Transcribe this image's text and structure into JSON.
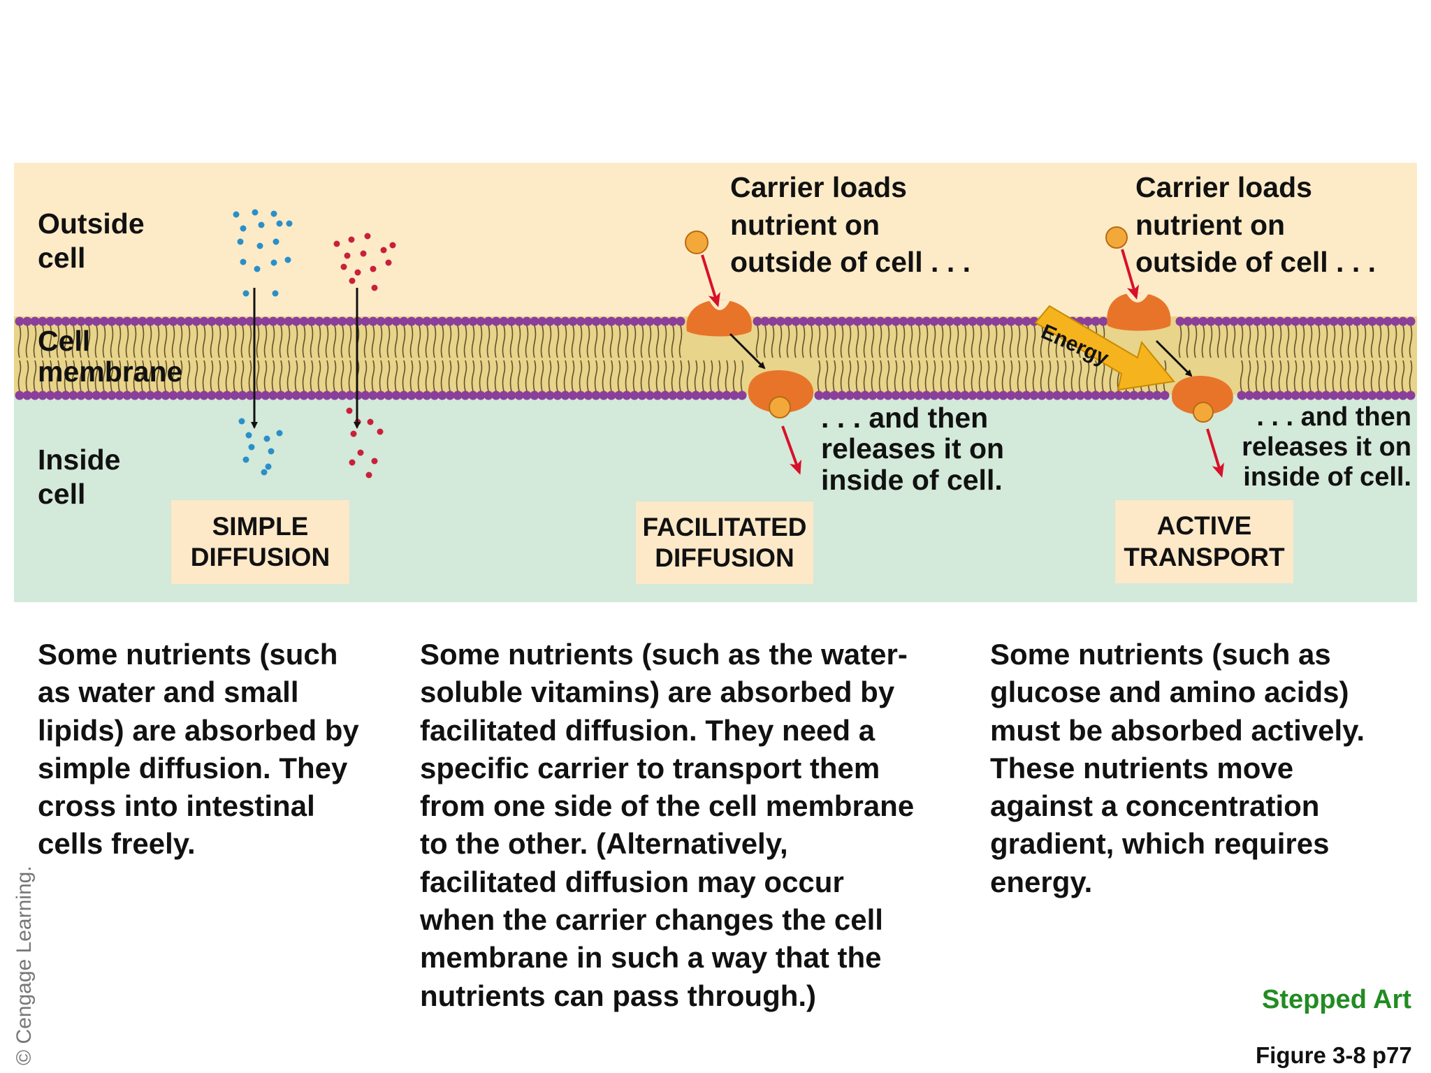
{
  "labels": {
    "outside_cell": "Outside\ncell",
    "cell_membrane": "Cell\nmembrane",
    "inside_cell": "Inside\ncell",
    "energy": "Energy"
  },
  "facilitated": {
    "carrier_loads": "Carrier loads\nnutrient on\noutside of cell . . .",
    "releases": ". . . and then\nreleases it on\ninside of cell.",
    "box": "FACILITATED\nDIFFUSION",
    "description": "Some nutrients (such as the water-\nsoluble vitamins) are absorbed by\nfacilitated diffusion. They need a\nspecific carrier to transport them\nfrom one side of the cell membrane\nto the other. (Alternatively,\nfacilitated diffusion may occur\nwhen the carrier changes the cell\nmembrane in such a way that the\nnutrients can pass through.)"
  },
  "active": {
    "carrier_loads": "Carrier loads\nnutrient on\noutside of cell . . .",
    "releases": ". . . and then\nreleases it on\ninside of cell.",
    "box": "ACTIVE\nTRANSPORT",
    "description": "Some nutrients (such as\nglucose and amino acids)\nmust be absorbed actively.\nThese nutrients move\nagainst a concentration\ngradient, which requires\nenergy."
  },
  "simple": {
    "box": "SIMPLE\nDIFFUSION",
    "description": "Some nutrients (such\nas water and small\nlipids) are absorbed by\nsimple diffusion. They\ncross into intestinal\ncells freely."
  },
  "footer": {
    "copyright": "© Cengage Learning.",
    "stepped_art": "Stepped Art",
    "figure_ref": "Figure 3-8 p77"
  },
  "colors": {
    "outside_bg": "#fdebc8",
    "inside_bg": "#d3e9d9",
    "membrane_core": "#e8d48a",
    "lipid_head": "#8a3f9a",
    "carrier": "#e8742a",
    "nutrient": "#f3a93a",
    "arrow_red": "#d8102a",
    "energy_arrow": "#f5b31d",
    "blue_dot": "#2a8fc9",
    "red_dot": "#c8203a",
    "stepped_green": "#228b22"
  }
}
